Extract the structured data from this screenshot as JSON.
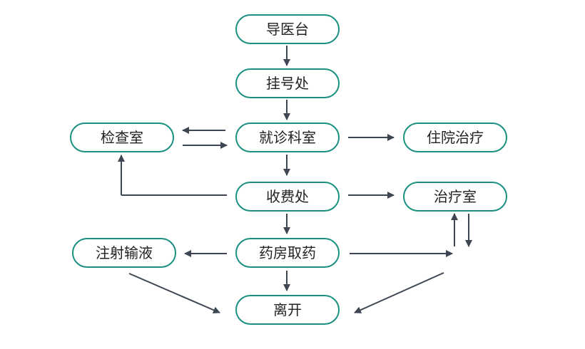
{
  "nodes": {
    "guide_desk": "导医台",
    "registration": "挂号处",
    "consultation": "就诊科室",
    "examination": "检查室",
    "hospitalization": "住院治疗",
    "cashier": "收费处",
    "treatment_room": "治疗室",
    "pharmacy": "药房取药",
    "infusion": "注射输液",
    "leave": "离开"
  },
  "colors": {
    "node_border": "#1a9080",
    "arrow": "#3d4652",
    "text": "#222222"
  }
}
